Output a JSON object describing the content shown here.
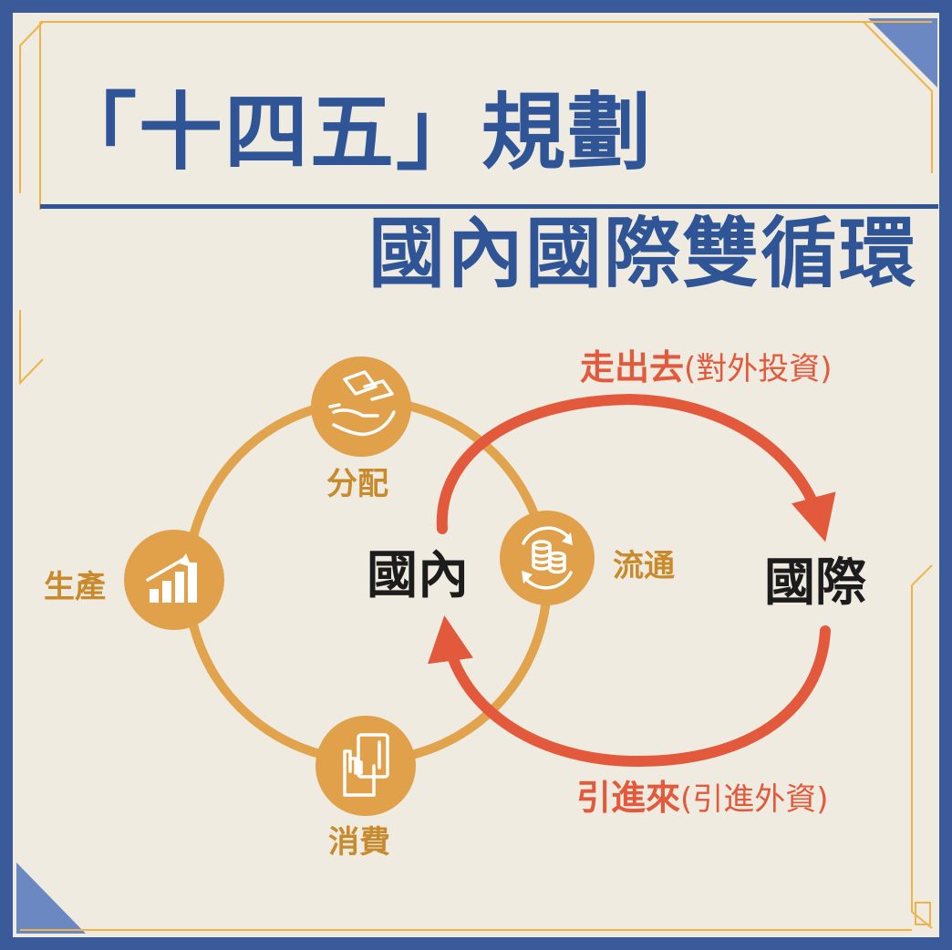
{
  "title": {
    "main": "「十四五」規劃",
    "sub": "國內國際雙循環"
  },
  "domestic_cycle": {
    "center_label": "國內",
    "nodes": [
      {
        "label": "分配",
        "icon": "hand-money-icon"
      },
      {
        "label": "流通",
        "icon": "coins-cycle-icon"
      },
      {
        "label": "消費",
        "icon": "card-payment-icon"
      },
      {
        "label": "生產",
        "icon": "growth-chart-icon"
      }
    ]
  },
  "international": {
    "label": "國際",
    "outbound": {
      "label": "走出去",
      "note": "(對外投資)"
    },
    "inbound": {
      "label": "引進來",
      "note": "(引進外資)"
    }
  },
  "colors": {
    "frame_blue": "#3b5a9a",
    "title_blue": "#2f5596",
    "background": "#efebe1",
    "cycle_gold": "#e1a34b",
    "node_gold": "#e1a04a",
    "arrow_red": "#e25a3b",
    "label_orange": "#c98a2c",
    "corner_blue": "#6c88c2",
    "accent_line": "#f0b34a"
  }
}
